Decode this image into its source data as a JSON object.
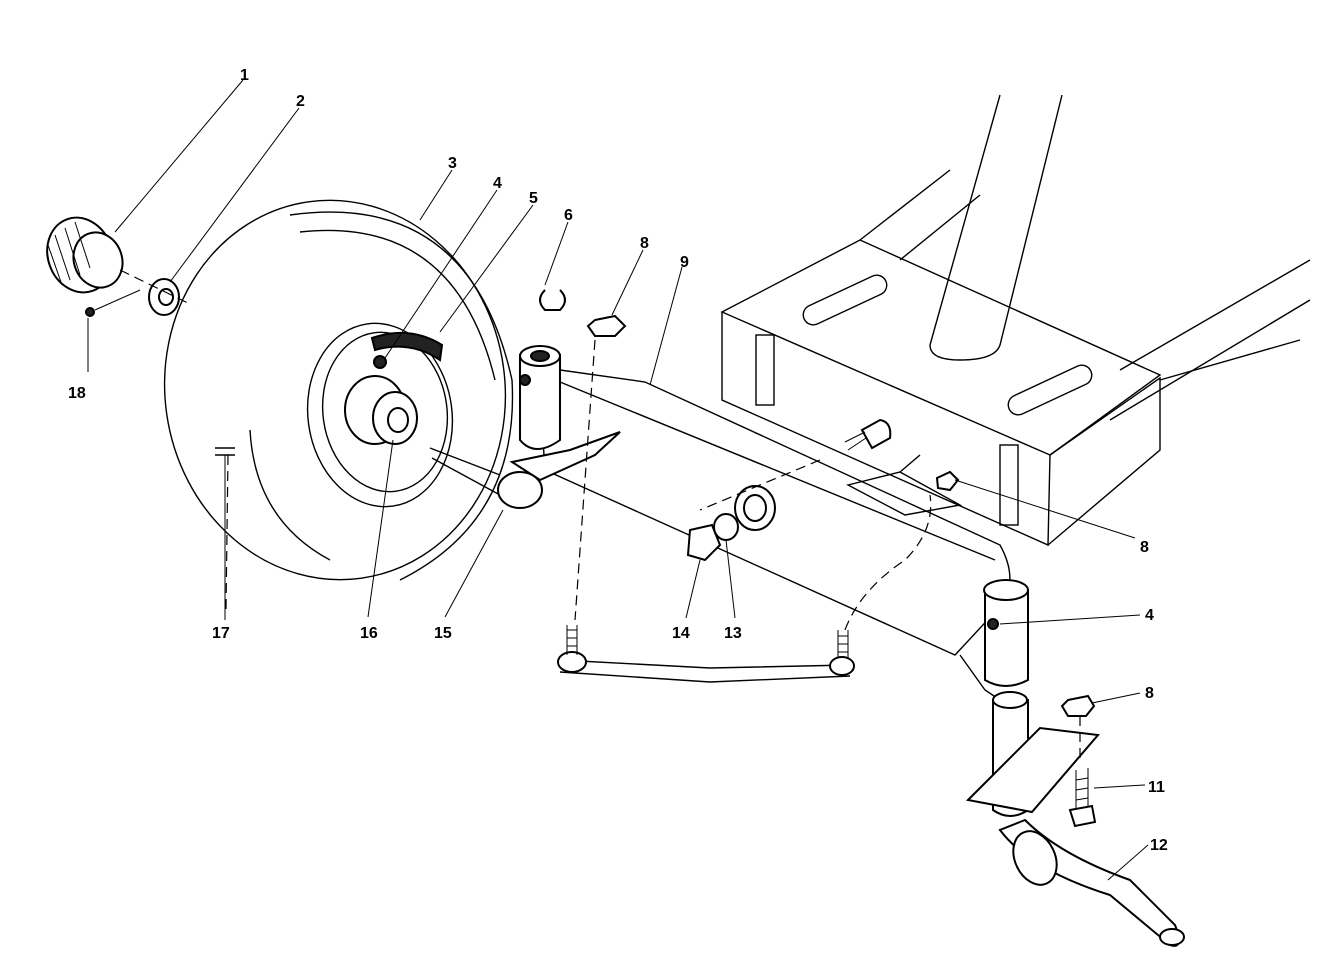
{
  "colors": {
    "ink": "#000000",
    "paper": "#ffffff"
  },
  "callouts": [
    {
      "label": "1"
    },
    {
      "label": "2"
    },
    {
      "label": "3"
    },
    {
      "label": "4"
    },
    {
      "label": "5"
    },
    {
      "label": "6"
    },
    {
      "label": "8"
    },
    {
      "label": "9"
    },
    {
      "label": "18"
    },
    {
      "label": "8"
    },
    {
      "label": "17"
    },
    {
      "label": "16"
    },
    {
      "label": "15"
    },
    {
      "label": "14"
    },
    {
      "label": "13"
    },
    {
      "label": "4"
    },
    {
      "label": "8"
    },
    {
      "label": "11"
    },
    {
      "label": "12"
    }
  ]
}
